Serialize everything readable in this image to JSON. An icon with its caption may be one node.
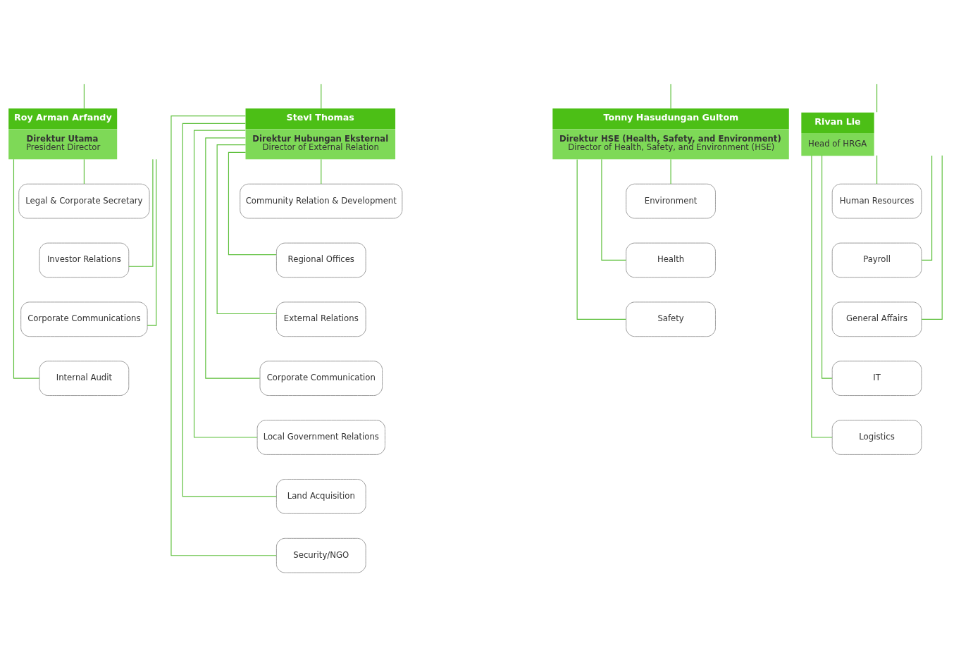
{
  "diagram": {
    "nodes": [
      {
        "text": [
          "Roy Arman Arfandy",
          "Direktur Utama",
          "President Director"
        ]
      },
      {
        "text": [
          "Stevi Thomas",
          "Direktur Hubungan Eksternal",
          "Director of External Relation"
        ]
      },
      {
        "text": [
          "Tonny Hasudungan Gultom",
          "Direktur HSE (Health, Safety, and Environment)",
          "Director of Health, Safety, and Environment (HSE)"
        ]
      },
      {
        "text": [
          "Rivan Lie",
          "Head of HRGA"
        ]
      },
      {
        "text": [
          "Legal & Corporate Secretary"
        ]
      },
      {
        "text": [
          "Investor Relations"
        ]
      },
      {
        "text": [
          "Corporate Communications"
        ]
      },
      {
        "text": [
          "Internal Audit"
        ]
      },
      {
        "text": [
          "Community Relation & Development"
        ]
      },
      {
        "text": [
          "Regional Offices"
        ]
      },
      {
        "text": [
          "External Relations"
        ]
      },
      {
        "text": [
          "Corporate Communication"
        ]
      },
      {
        "text": [
          "Local Government Relations"
        ]
      },
      {
        "text": [
          "Land Acquisition"
        ]
      },
      {
        "text": [
          "Security/NGO"
        ]
      },
      {
        "text": [
          "Environment"
        ]
      },
      {
        "text": [
          "Health"
        ]
      },
      {
        "text": [
          "Safety"
        ]
      },
      {
        "text": [
          "Human Resources"
        ]
      },
      {
        "text": [
          "Payroll"
        ]
      },
      {
        "text": [
          "General Affairs"
        ]
      },
      {
        "text": [
          "IT"
        ]
      },
      {
        "text": [
          "Logistics"
        ]
      }
    ],
    "edges": [
      {
        "from": null,
        "to": 0,
        "arrow": "none"
      },
      {
        "from": null,
        "to": 1,
        "arrow": "none"
      },
      {
        "from": null,
        "to": 2,
        "arrow": "none"
      },
      {
        "from": null,
        "to": 3,
        "arrow": "none"
      },
      {
        "from": 0,
        "to": 4,
        "arrow": "none"
      },
      {
        "from": 0,
        "to": 5,
        "arrow": "none"
      },
      {
        "from": 0,
        "to": 6,
        "arrow": "none"
      },
      {
        "from": 0,
        "to": 7,
        "arrow": "none"
      },
      {
        "from": 1,
        "to": 8,
        "arrow": "none"
      },
      {
        "from": 1,
        "to": 9,
        "arrow": "none"
      },
      {
        "from": 1,
        "to": 10,
        "arrow": "none"
      },
      {
        "from": 1,
        "to": 11,
        "arrow": "none"
      },
      {
        "from": 1,
        "to": 12,
        "arrow": "none"
      },
      {
        "from": 1,
        "to": 13,
        "arrow": "none"
      },
      {
        "from": 1,
        "to": 14,
        "arrow": "none"
      },
      {
        "from": 2,
        "to": 15,
        "arrow": "none"
      },
      {
        "from": 2,
        "to": 16,
        "arrow": "none"
      },
      {
        "from": 2,
        "to": 17,
        "arrow": "none"
      },
      {
        "from": 3,
        "to": 18,
        "arrow": "none"
      },
      {
        "from": 3,
        "to": 19,
        "arrow": "none"
      },
      {
        "from": 3,
        "to": 20,
        "arrow": "none"
      },
      {
        "from": 3,
        "to": 21,
        "arrow": "none"
      },
      {
        "from": 3,
        "to": 22,
        "arrow": "none"
      }
    ]
  }
}
